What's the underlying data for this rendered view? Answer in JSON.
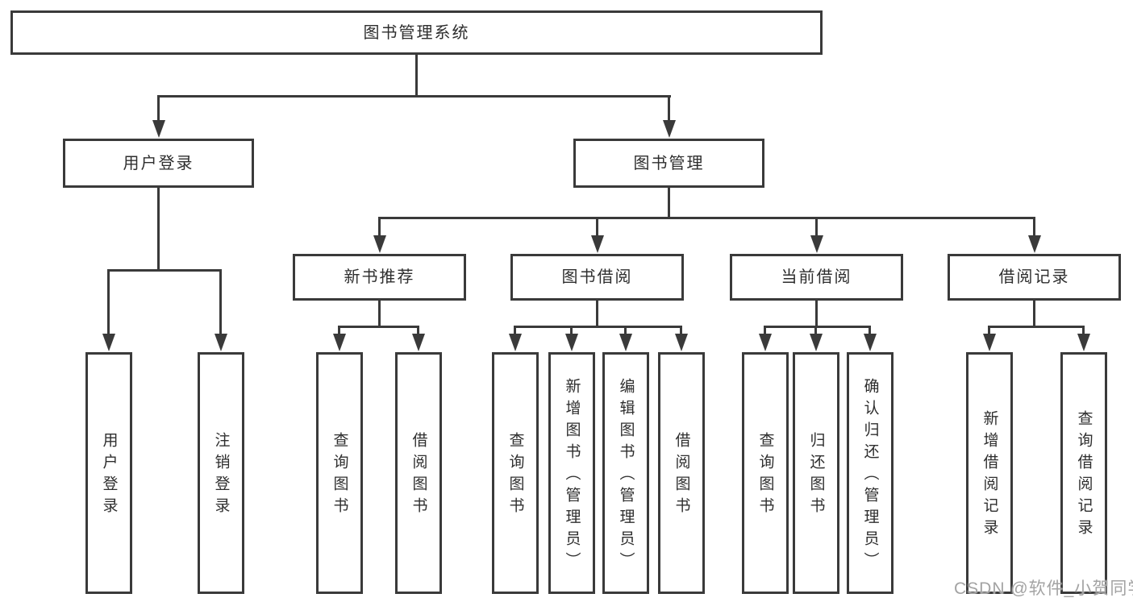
{
  "diagram": {
    "root": "图书管理系统",
    "level2": [
      "用户登录",
      "图书管理"
    ],
    "level3": [
      "新书推荐",
      "图书借阅",
      "当前借阅",
      "借阅记录"
    ],
    "leaves_user_login": [
      "用户登录",
      "注销登录"
    ],
    "leaves_new_book": [
      "查询图书",
      "借阅图书"
    ],
    "leaves_book_borrow": [
      "查询图书",
      "新增图书（管理员）",
      "编辑图书（管理员）",
      "借阅图书"
    ],
    "leaves_current_borrow": [
      "查询图书",
      "归还图书",
      "确认归还（管理员）"
    ],
    "leaves_borrow_records": [
      "新增借阅记录",
      "查询借阅记录"
    ]
  },
  "watermark": "CSDN @软件_小贺同学",
  "colors": {
    "line": "#3a3a3a",
    "text": "#2e2e2e",
    "background": "#ffffff",
    "watermark": "#a3a3a3"
  }
}
